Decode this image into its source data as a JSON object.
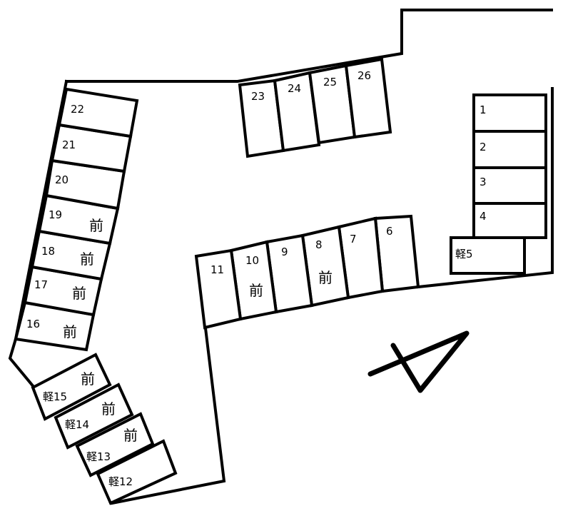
{
  "stalls": [
    {
      "id": "1",
      "label": "1",
      "front": false
    },
    {
      "id": "2",
      "label": "2",
      "front": false
    },
    {
      "id": "3",
      "label": "3",
      "front": false
    },
    {
      "id": "4",
      "label": "4",
      "front": false
    },
    {
      "id": "k5",
      "label": "軽5",
      "front": false
    },
    {
      "id": "6",
      "label": "6",
      "front": false
    },
    {
      "id": "7",
      "label": "7",
      "front": false
    },
    {
      "id": "8",
      "label": "8",
      "front": true
    },
    {
      "id": "9",
      "label": "9",
      "front": false
    },
    {
      "id": "10",
      "label": "10",
      "front": true
    },
    {
      "id": "11",
      "label": "11",
      "front": false
    },
    {
      "id": "k12",
      "label": "軽12",
      "front": false
    },
    {
      "id": "k13",
      "label": "軽13",
      "front": true
    },
    {
      "id": "k14",
      "label": "軽14",
      "front": true
    },
    {
      "id": "k15",
      "label": "軽15",
      "front": true
    },
    {
      "id": "16",
      "label": "16",
      "front": true
    },
    {
      "id": "17",
      "label": "17",
      "front": true
    },
    {
      "id": "18",
      "label": "18",
      "front": true
    },
    {
      "id": "19",
      "label": "19",
      "front": true
    },
    {
      "id": "20",
      "label": "20",
      "front": false
    },
    {
      "id": "21",
      "label": "21",
      "front": false
    },
    {
      "id": "22",
      "label": "22",
      "front": false
    },
    {
      "id": "23",
      "label": "23",
      "front": false
    },
    {
      "id": "24",
      "label": "24",
      "front": false
    },
    {
      "id": "25",
      "label": "25",
      "front": false
    },
    {
      "id": "26",
      "label": "26",
      "front": false
    }
  ],
  "front_mark": "前",
  "north_arrow": "north-arrow"
}
